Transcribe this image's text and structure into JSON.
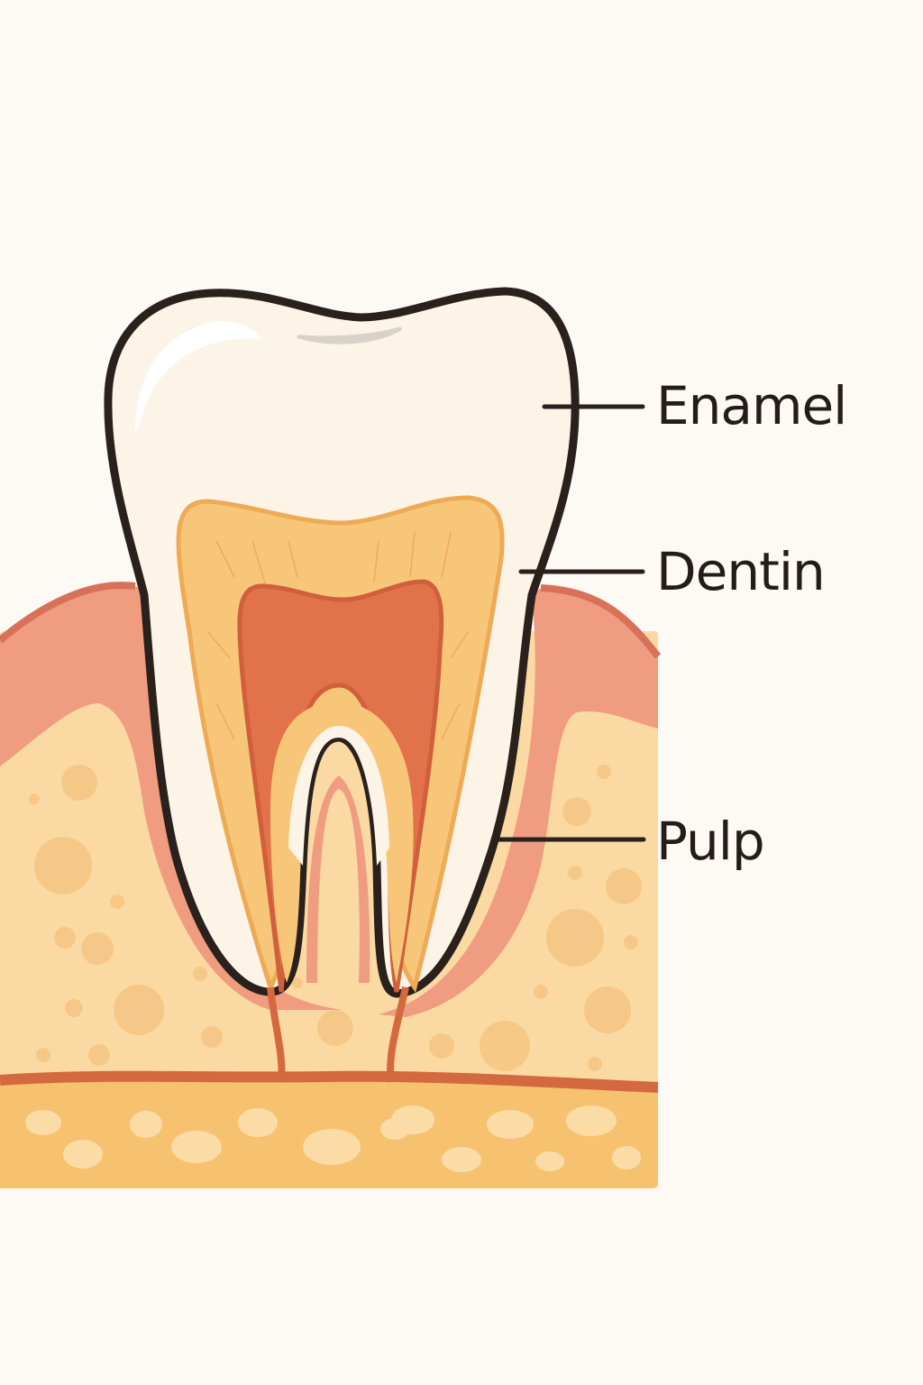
{
  "diagram": {
    "subject": "Tooth cross-section",
    "labels": [
      {
        "id": "enamel",
        "text": "Enamel"
      },
      {
        "id": "dentin",
        "text": "Dentin"
      },
      {
        "id": "pulp",
        "text": "Pulp"
      }
    ]
  },
  "colors": {
    "background": "#fdfaf6",
    "enamel": "#fdf4e8",
    "outline": "#2a211c",
    "dentin": "#f7c678",
    "dentin_edge": "#eeaa55",
    "pulp": "#e2724a",
    "pulp_edge": "#d05f3b",
    "gum": "#ef9c80",
    "gum_edge": "#d8715a",
    "bone": "#fbd9a2",
    "bone_spot": "#f5c683",
    "base": "#f7c270",
    "base_spot": "#fcdca6",
    "nerve": "#d4683f"
  }
}
